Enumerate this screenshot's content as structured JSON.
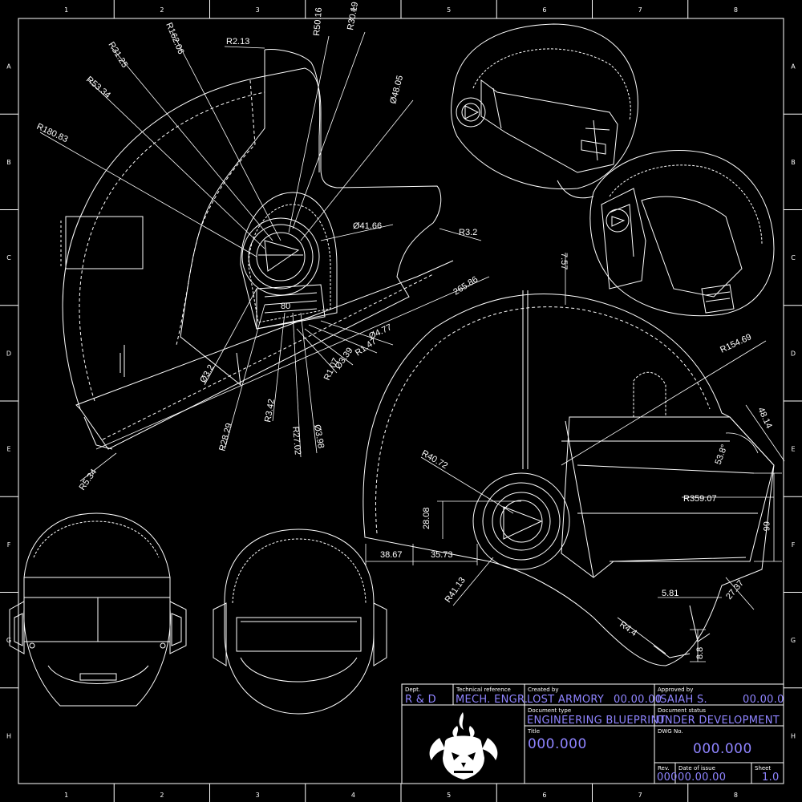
{
  "grid": {
    "columns": [
      "1",
      "2",
      "3",
      "4",
      "5",
      "6",
      "7",
      "8"
    ],
    "rows": [
      "A",
      "B",
      "C",
      "D",
      "E",
      "F",
      "G",
      "H"
    ]
  },
  "dimensions": {
    "side": [
      "R162.06",
      "R2.13",
      "R31.25",
      "R50.16",
      "R30.19",
      "R53.34",
      "Ø48.05",
      "R180.83",
      "Ø41.66",
      "R3.2",
      "265.86",
      "Ø4.77",
      "R1.47",
      "Ø3.39",
      "R1.07",
      "Ø3.2",
      "R28.29",
      "R3.42",
      "R27.02",
      "Ø3.98",
      "R5.34",
      "80"
    ],
    "profile": [
      "7.57",
      "R154.69",
      "48.14",
      "53.8°",
      "R40.72",
      "R359.07",
      "66",
      "28.08",
      "38.67",
      "35.73",
      "R41.13",
      "5.81",
      "27.37",
      "R4.4",
      "8.8"
    ]
  },
  "title_block": {
    "dept_label": "Dept.",
    "dept": "R & D",
    "tech_ref_label": "Technical reference",
    "tech_ref": "MECH. ENGR.",
    "created_label": "Created by",
    "created_by": "LOST ARMORY",
    "created_date": "00.00.00",
    "approved_label": "Approved by",
    "approved_by": "ISAIAH S.",
    "approved_date": "00.00.00",
    "doctype_label": "Document type",
    "doc_type": "ENGINEERING BLUEPRINT",
    "status_label": "Document status",
    "status": "UNDER DEVELOPMENT",
    "title_label": "Title",
    "title": "000.000",
    "dwg_label": "DWG No.",
    "dwg_no": "000.000",
    "rev_label": "Rev.",
    "rev": "000",
    "issue_label": "Date of issue",
    "issue_date": "00.00.00",
    "sheet_label": "Sheet",
    "sheet": "1.0"
  },
  "colors": {
    "background": "#000000",
    "lines": "#ffffff",
    "accent": "#8f84ff"
  }
}
